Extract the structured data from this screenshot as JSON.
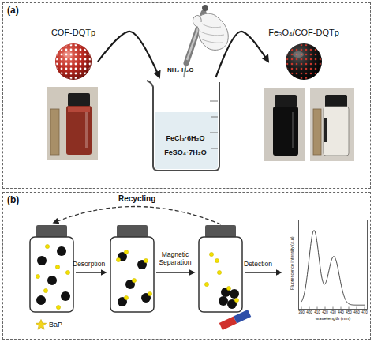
{
  "diagram": {
    "nodes": [
      {
        "text": [
          "(a)"
        ]
      },
      {
        "text": [
          "COF-DQTp"
        ],
        "in": 0
      },
      {
        "text": [
          "FeCl₃·6H₂O",
          "FeSO₄·7H₂O"
        ],
        "in": 0
      },
      {
        "text": [
          "Fe₃O₄/COF-DQTp"
        ],
        "in": 0
      },
      {
        "text": [
          "(b)"
        ]
      },
      {
        "text": [
          "Fluorescence intensity (a.u)",
          "wavelength (nm)"
        ],
        "in": 4
      }
    ],
    "edges": [
      {
        "from": 1,
        "to": 2,
        "arrow": "to"
      },
      {
        "from": 2,
        "to": 3,
        "arrow": "to"
      }
    ],
    "labels": [
      "NH₃·H₂O",
      "Recycling",
      "Desorption",
      "Magnetic Separation",
      "Detection",
      "390",
      "400",
      "410",
      "420",
      "430",
      "440",
      "450",
      "460",
      "470"
    ],
    "legend": [
      {
        "text": "BaP"
      }
    ]
  }
}
